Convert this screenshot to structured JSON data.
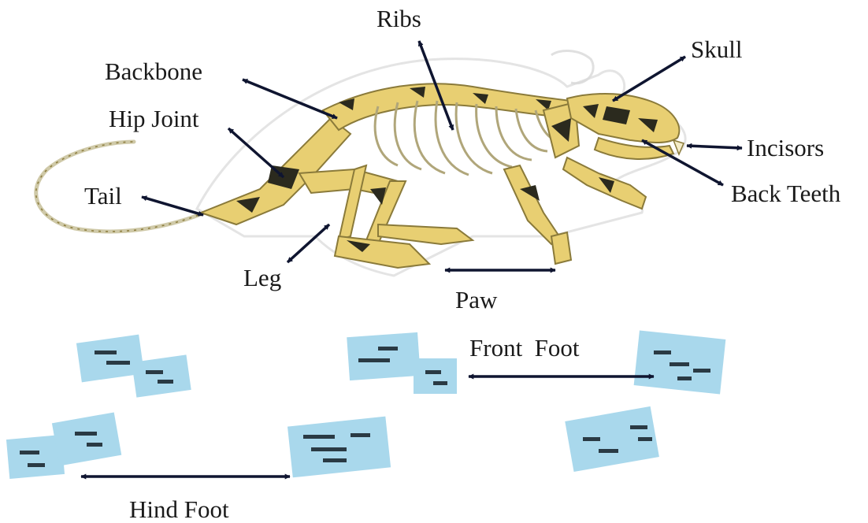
{
  "diagram": {
    "labels": {
      "ribs": "Ribs",
      "skull": "Skull",
      "backbone": "Backbone",
      "hip_joint": "Hip Joint",
      "incisors": "Incisors",
      "back_teeth": "Back Teeth",
      "tail": "Tail",
      "leg": "Leg",
      "paw": "Paw",
      "front_foot": "Front  Foot",
      "hind_foot": "Hind Foot"
    },
    "colors": {
      "bone": "#e8cf72",
      "bone_shadow": "#8a7a3a",
      "bone_dark": "#2b2a1e",
      "body_outline": "#d8d8d8",
      "footprint": "#a9d8ec",
      "footprint_mark": "#2a3a44",
      "arrow": "#0f1530",
      "text": "#1a1a1a"
    }
  }
}
